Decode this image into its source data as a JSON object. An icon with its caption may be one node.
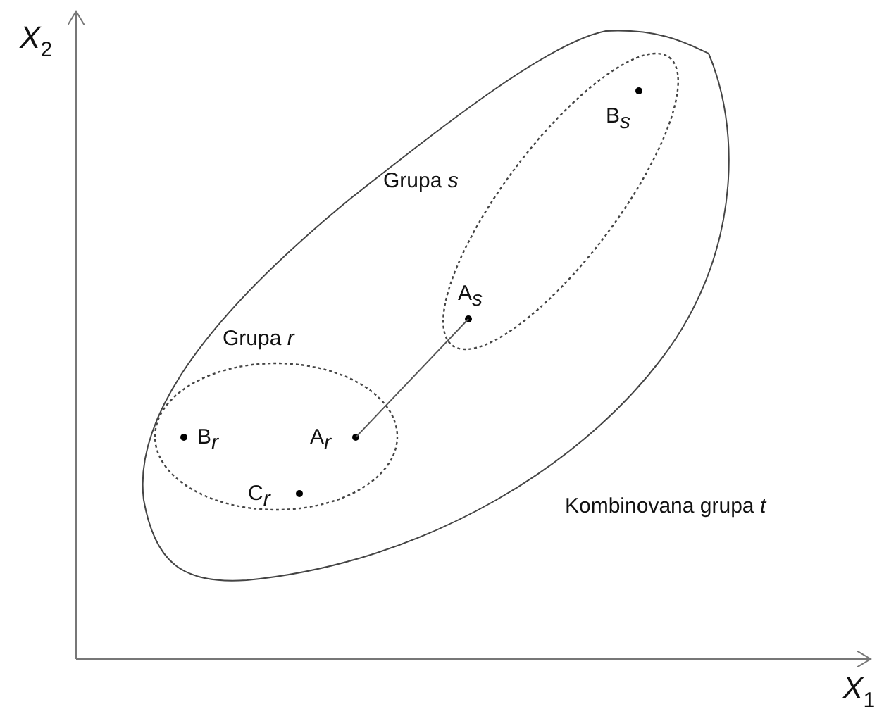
{
  "diagram": {
    "nodes": [
      {
        "text": [
          "Kombinovana grupa *t*"
        ]
      },
      {
        "text": [
          "Grupa *s*"
        ],
        "in": 0
      },
      {
        "text": [
          "B$_{s}$"
        ],
        "in": 1
      },
      {
        "text": [
          "A$_{s}$"
        ],
        "in": 1
      },
      {
        "text": [
          "Grupa *r*"
        ],
        "in": 0
      },
      {
        "text": [
          "B$_{r}$"
        ],
        "in": 4
      },
      {
        "text": [
          "A$_{r}$"
        ],
        "in": 4
      },
      {
        "text": [
          "C$_{r}$"
        ],
        "in": 4
      }
    ],
    "edges": [
      {
        "from": 6,
        "to": 3,
        "arrow": "none"
      }
    ],
    "labels": [
      "*X*$_{2}$",
      "*X*$_{1}$"
    ]
  }
}
